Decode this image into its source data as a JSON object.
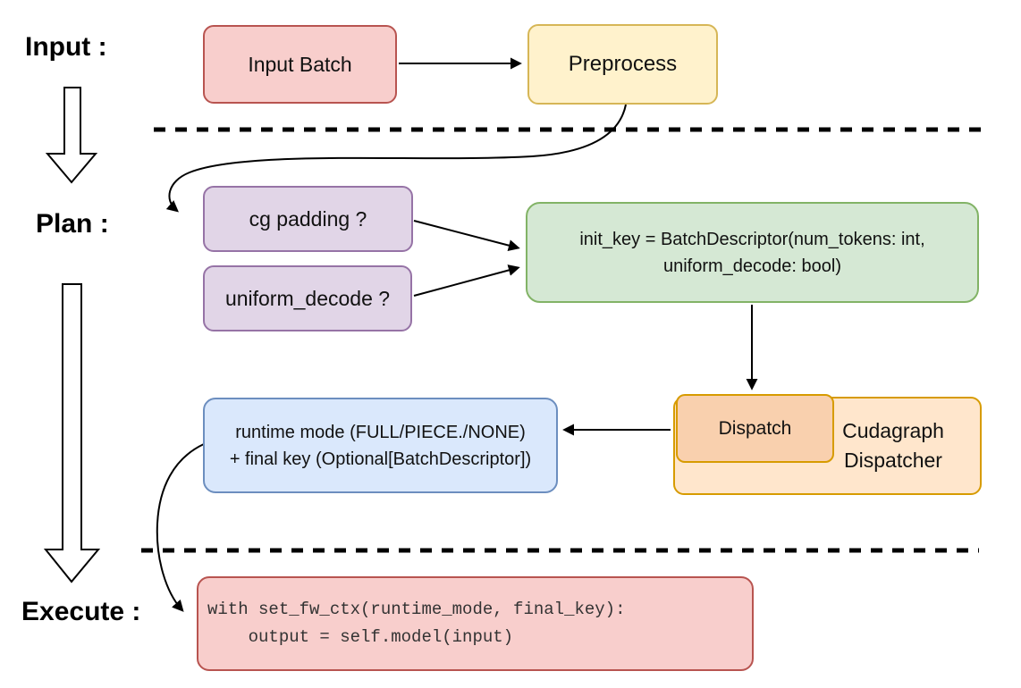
{
  "phases": {
    "input_label": "Input :",
    "plan_label": "Plan :",
    "execute_label": "Execute :"
  },
  "nodes": {
    "input_batch": {
      "label": "Input Batch",
      "fill": "#f8cecc",
      "stroke": "#b85450"
    },
    "preprocess": {
      "label": "Preprocess",
      "fill": "#fff2cc",
      "stroke": "#d6b656"
    },
    "cg_padding": {
      "label": "cg padding ?",
      "fill": "#e1d5e7",
      "stroke": "#9673a6"
    },
    "uniform_decode": {
      "label": "uniform_decode ?",
      "fill": "#e1d5e7",
      "stroke": "#9673a6"
    },
    "init_key": {
      "line1": "init_key = BatchDescriptor(num_tokens: int,",
      "line2": "uniform_decode: bool)",
      "fill": "#d5e8d4",
      "stroke": "#82b366"
    },
    "dispatch": {
      "label": "Dispatch",
      "fill": "#f9d0ae",
      "stroke": "#d79b00"
    },
    "cudagraph_dispatcher": {
      "line1": "Cudagraph",
      "line2": "Dispatcher",
      "fill": "#ffe6cc",
      "stroke": "#d79b00"
    },
    "runtime_mode": {
      "line1": "runtime mode (FULL/PIECE./NONE)",
      "line2": "+ final key (Optional[BatchDescriptor])",
      "fill": "#dae8fc",
      "stroke": "#6c8ebf"
    },
    "execute_code": {
      "line1": "with set_fw_ctx(runtime_mode, final_key):",
      "line2": "    output = self.model(input)",
      "fill": "#f8cecc",
      "stroke": "#b85450"
    }
  },
  "connector_color": "#000000"
}
